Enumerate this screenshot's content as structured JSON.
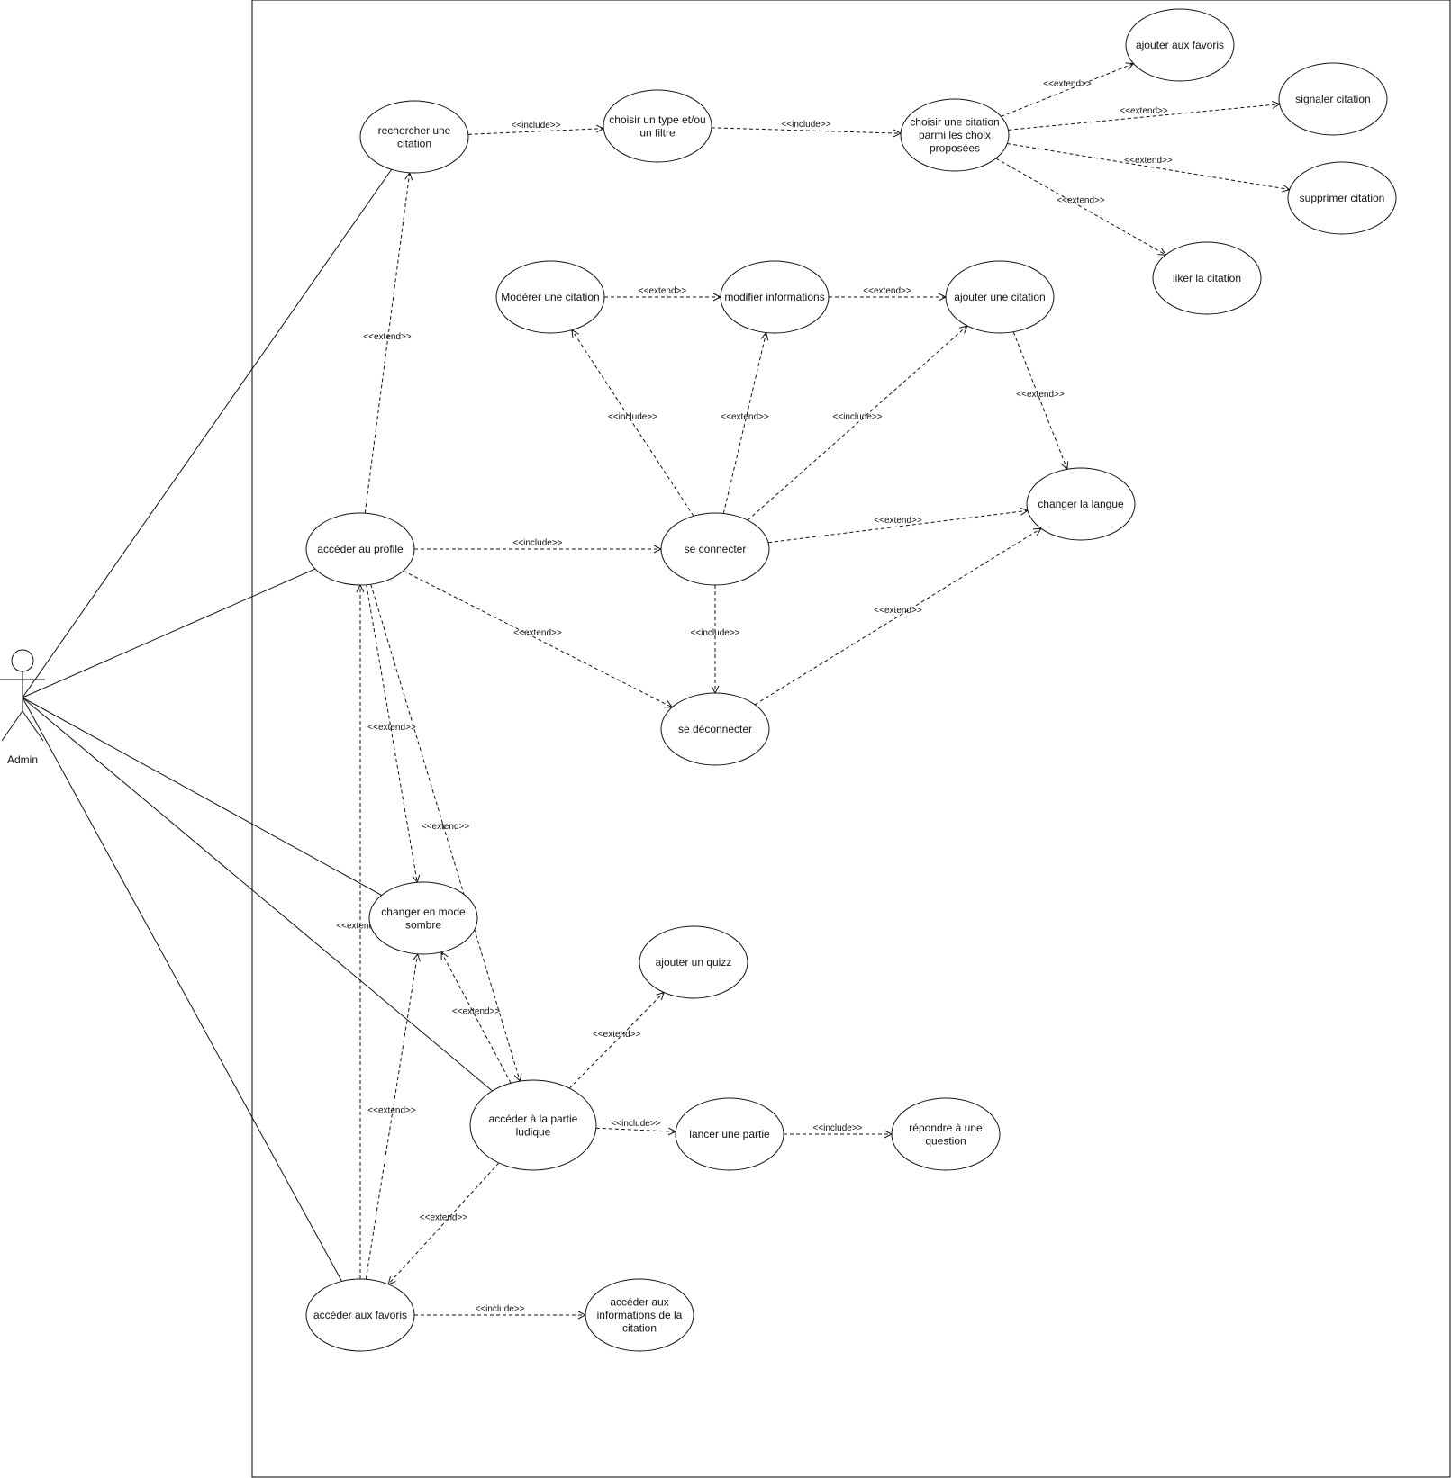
{
  "actor": {
    "label": "Admin"
  },
  "use_cases": [
    {
      "id": "rechercher",
      "lines": [
        "rechercher une",
        "citation"
      ]
    },
    {
      "id": "choisir_type",
      "lines": [
        "choisir un type et/ou",
        "un filtre"
      ]
    },
    {
      "id": "choisir_citation",
      "lines": [
        "choisir une citation",
        "parmi les choix",
        "proposées"
      ]
    },
    {
      "id": "favoris_add",
      "lines": [
        "ajouter aux favoris"
      ]
    },
    {
      "id": "signaler",
      "lines": [
        "signaler citation"
      ]
    },
    {
      "id": "supprimer",
      "lines": [
        "supprimer citation"
      ]
    },
    {
      "id": "liker",
      "lines": [
        "liker la citation"
      ]
    },
    {
      "id": "moderer",
      "lines": [
        "Modérer  une citation"
      ]
    },
    {
      "id": "modifier",
      "lines": [
        "modifier informations"
      ]
    },
    {
      "id": "ajouter_citation",
      "lines": [
        "ajouter une citation"
      ]
    },
    {
      "id": "langue",
      "lines": [
        "changer la langue"
      ]
    },
    {
      "id": "profile",
      "lines": [
        "accéder au profile"
      ]
    },
    {
      "id": "connecter",
      "lines": [
        "se connecter"
      ]
    },
    {
      "id": "deconnecter",
      "lines": [
        "se déconnecter"
      ]
    },
    {
      "id": "sombre",
      "lines": [
        "changer en mode",
        "sombre"
      ]
    },
    {
      "id": "quizz",
      "lines": [
        "ajouter un quizz"
      ]
    },
    {
      "id": "ludique",
      "lines": [
        "accéder à la partie",
        "ludique"
      ]
    },
    {
      "id": "partie",
      "lines": [
        "lancer une partie"
      ]
    },
    {
      "id": "question",
      "lines": [
        "répondre à une",
        "question"
      ]
    },
    {
      "id": "favoris",
      "lines": [
        "accéder aux favoris"
      ]
    },
    {
      "id": "infos",
      "lines": [
        "accéder aux",
        "informations de la",
        "citation"
      ]
    }
  ],
  "associations": [
    "rechercher",
    "profile",
    "sombre",
    "ludique",
    "favoris"
  ],
  "relations": [
    {
      "from": "rechercher",
      "to": "choisir_type",
      "label": "<<include>>"
    },
    {
      "from": "choisir_type",
      "to": "choisir_citation",
      "label": "<<include>>"
    },
    {
      "from": "choisir_citation",
      "to": "favoris_add",
      "label": "<<extend>>"
    },
    {
      "from": "choisir_citation",
      "to": "signaler",
      "label": "<<extend>>"
    },
    {
      "from": "choisir_citation",
      "to": "supprimer",
      "label": "<<extend>>"
    },
    {
      "from": "choisir_citation",
      "to": "liker",
      "label": "<<extend>>"
    },
    {
      "from": "moderer",
      "to": "modifier",
      "label": "<<extend>>"
    },
    {
      "from": "modifier",
      "to": "ajouter_citation",
      "label": "<<extend>>"
    },
    {
      "from": "ajouter_citation",
      "to": "langue",
      "label": "<<extend>>"
    },
    {
      "from": "connecter",
      "to": "moderer",
      "label": "<<include>>"
    },
    {
      "from": "connecter",
      "to": "modifier",
      "label": "<<extend>>"
    },
    {
      "from": "connecter",
      "to": "ajouter_citation",
      "label": "<<include>>"
    },
    {
      "from": "connecter",
      "to": "langue",
      "label": "<<extend>>"
    },
    {
      "from": "deconnecter",
      "to": "langue",
      "label": "<<extend>>"
    },
    {
      "from": "profile",
      "to": "rechercher",
      "label": "<<extend>>"
    },
    {
      "from": "profile",
      "to": "connecter",
      "label": "<<include>>"
    },
    {
      "from": "profile",
      "to": "deconnecter",
      "label": "<<extend>>"
    },
    {
      "from": "connecter",
      "to": "deconnecter",
      "label": "<<include>>"
    },
    {
      "from": "profile",
      "to": "sombre",
      "label": "<<extend>>"
    },
    {
      "from": "profile",
      "to": "ludique",
      "label": "<<extend>>"
    },
    {
      "from": "favoris",
      "to": "profile",
      "label": "<<extend>>"
    },
    {
      "from": "favoris",
      "to": "sombre",
      "label": "<<extend>>"
    },
    {
      "from": "ludique",
      "to": "sombre",
      "label": "<<extend>>"
    },
    {
      "from": "ludique",
      "to": "quizz",
      "label": "<<extend>>"
    },
    {
      "from": "ludique",
      "to": "partie",
      "label": "<<include>>"
    },
    {
      "from": "partie",
      "to": "question",
      "label": "<<include>>"
    },
    {
      "from": "ludique",
      "to": "favoris",
      "label": "<<extend>>"
    },
    {
      "from": "favoris",
      "to": "infos",
      "label": "<<include>>"
    }
  ]
}
